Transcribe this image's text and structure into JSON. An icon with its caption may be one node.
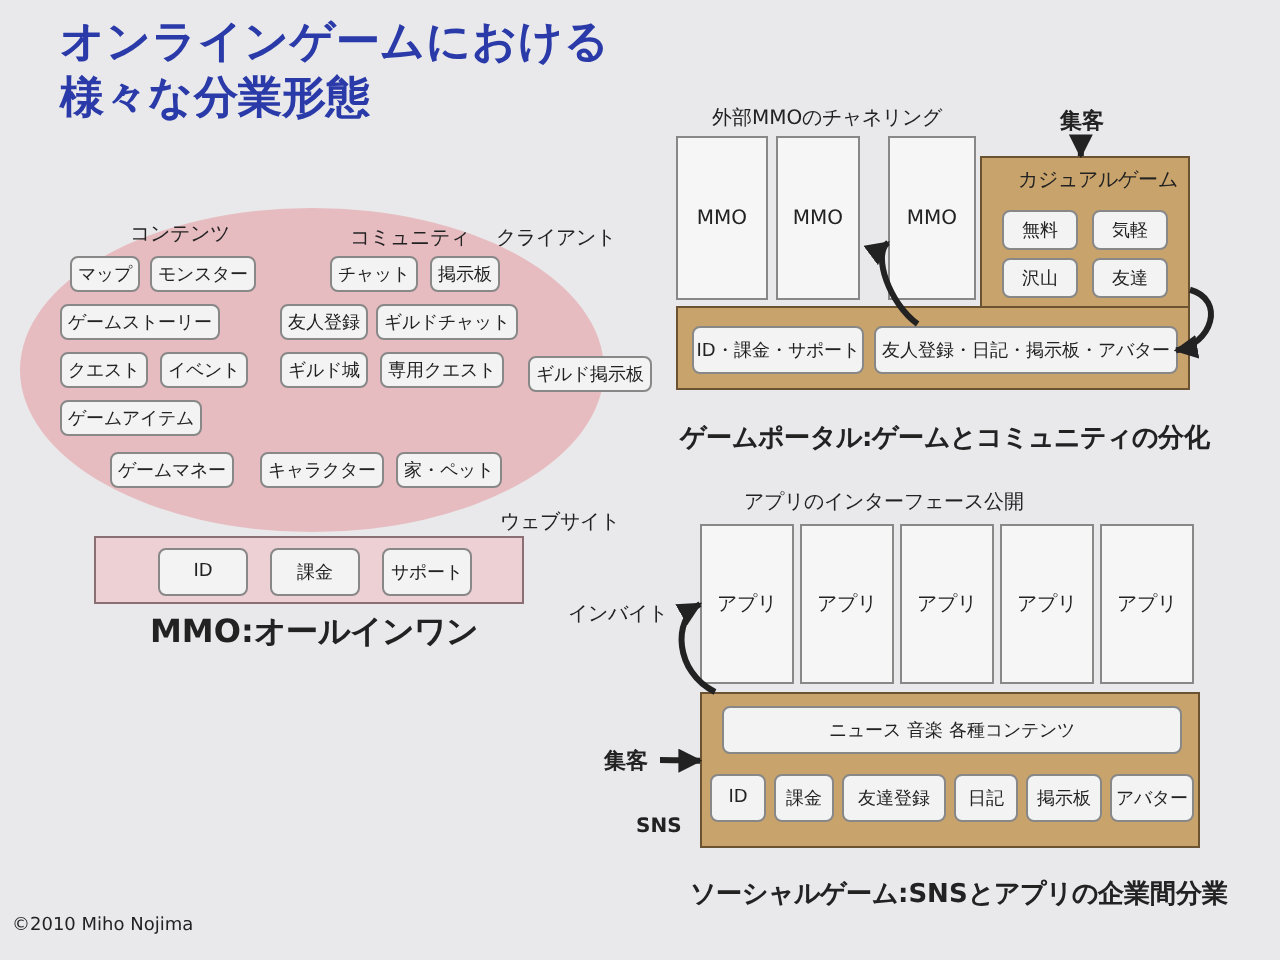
{
  "diagram": {
    "title": "オンラインゲームにおける様々な分業形態",
    "nodes": [
      {
        "text": [
          "コンテンツ",
          "コミュニティ"
        ],
        "beside": [
          "クライアント"
        ]
      },
      {
        "text": [
          "マップ"
        ],
        "in": 0
      },
      {
        "text": [
          "モンスター"
        ],
        "in": 0
      },
      {
        "text": [
          "チャット"
        ],
        "in": 0
      },
      {
        "text": [
          "掲示板"
        ],
        "in": 0
      },
      {
        "text": [
          "ゲームストーリー"
        ],
        "in": 0
      },
      {
        "text": [
          "友人登録"
        ],
        "in": 0
      },
      {
        "text": [
          "ギルドチャット"
        ],
        "in": 0
      },
      {
        "text": [
          "ギルド掲示板"
        ]
      },
      {
        "text": [
          "クエスト"
        ],
        "in": 0
      },
      {
        "text": [
          "イベント"
        ],
        "in": 0
      },
      {
        "text": [
          "ギルド城"
        ],
        "in": 0
      },
      {
        "text": [
          "専用クエスト"
        ],
        "in": 0
      },
      {
        "text": [
          "ゲームアイテム"
        ],
        "in": 0
      },
      {
        "text": [
          "ゲームマネー"
        ],
        "in": 0
      },
      {
        "text": [
          "キャラクター"
        ],
        "in": 0
      },
      {
        "text": [
          "家・ペット"
        ],
        "in": 0
      },
      {
        "text": [],
        "shape": "bar",
        "beside": [
          "ウェブサイト"
        ]
      },
      {
        "text": [
          "ID"
        ],
        "in": 17
      },
      {
        "text": [
          "課金"
        ],
        "in": 17
      },
      {
        "text": [
          "サポート"
        ],
        "in": 17
      },
      {
        "text": [
          "MMO"
        ]
      },
      {
        "text": [
          "MMO"
        ]
      },
      {
        "text": [
          "MMO"
        ]
      },
      {
        "text": [
          "集客"
        ]
      },
      {
        "text": [
          "カジュアルゲーム"
        ]
      },
      {
        "text": [
          "無料"
        ],
        "in": 25
      },
      {
        "text": [
          "気軽"
        ],
        "in": 25
      },
      {
        "text": [
          "沢山"
        ],
        "in": 25
      },
      {
        "text": [
          "友達"
        ],
        "in": 25
      },
      {
        "text": [],
        "shape": "bar"
      },
      {
        "text": [
          "ID・課金・サポート"
        ],
        "in": 30
      },
      {
        "text": [
          "友人登録・日記・掲示板・アバター"
        ],
        "in": 30
      },
      {
        "text": [
          "アプリ"
        ]
      },
      {
        "text": [
          "アプリ"
        ]
      },
      {
        "text": [
          "アプリ"
        ]
      },
      {
        "text": [
          "アプリ"
        ]
      },
      {
        "text": [
          "アプリ"
        ]
      },
      {
        "text": [],
        "shape": "bar",
        "beside": [
          "SNS"
        ]
      },
      {
        "text": [
          "ニュース 音楽 各種コンテンツ"
        ],
        "in": 38
      },
      {
        "text": [
          "ID"
        ],
        "in": 38
      },
      {
        "text": [
          "課金"
        ],
        "in": 38
      },
      {
        "text": [
          "友達登録"
        ],
        "in": 38
      },
      {
        "text": [
          "日記"
        ],
        "in": 38
      },
      {
        "text": [
          "掲示板"
        ],
        "in": 38
      },
      {
        "text": [
          "アバター"
        ],
        "in": 38
      },
      {
        "text": [
          "集客"
        ]
      }
    ],
    "edges": [
      {
        "from": 24,
        "to": 25,
        "arrow": "to"
      },
      {
        "from": 32,
        "to": 23,
        "arrow": "to"
      },
      {
        "from": 25,
        "to": 32,
        "arrow": "to"
      },
      {
        "from": 38,
        "to": 33,
        "arrow": "to",
        "label": "インバイト"
      },
      {
        "from": 46,
        "to": 38,
        "arrow": "to"
      }
    ],
    "labels": [
      "MMO:オールインワン",
      "外部MMOのチャネリング",
      "ゲームポータル:ゲームとコミュニティの分化",
      "アプリのインターフェース公開",
      "ソーシャルゲーム:SNSとアプリの企業間分業",
      "©2010 Miho Nojima"
    ]
  }
}
